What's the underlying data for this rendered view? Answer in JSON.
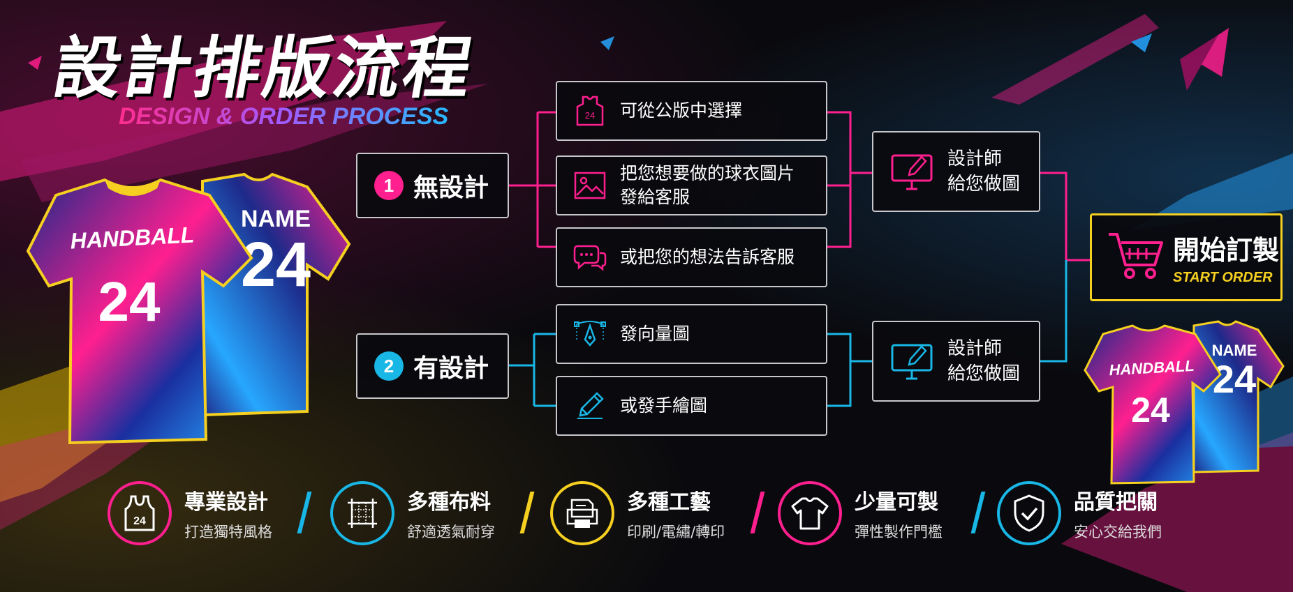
{
  "title": {
    "cn": "設計排版流程",
    "en": "DESIGN & ORDER PROCESS"
  },
  "categories": [
    {
      "num": "1",
      "label": "無設計",
      "color": "#ff1f8f"
    },
    {
      "num": "2",
      "label": "有設計",
      "color": "#19b7e6"
    }
  ],
  "options_no_design": [
    {
      "icon": "jersey-24-icon",
      "icon_text": "24",
      "text": "可從公版中選擇"
    },
    {
      "icon": "image-icon",
      "text": "把您想要做的球衣圖片\n發給客服"
    },
    {
      "icon": "chat-bubble-icon",
      "text": "或把您的想法告訴客服"
    }
  ],
  "options_with_design": [
    {
      "icon": "vector-pen-icon",
      "text": "發向量圖"
    },
    {
      "icon": "pencil-icon",
      "text": "或發手繪圖"
    }
  ],
  "designer_boxes": [
    {
      "icon": "monitor-pen-icon",
      "text": "設計師\n給您做圖",
      "color": "#ff1f8f"
    },
    {
      "icon": "monitor-pen-icon",
      "text": "設計師\n給您做圖",
      "color": "#19b7e6"
    }
  ],
  "start_order": {
    "cn": "開始訂製",
    "en": "START ORDER",
    "icon": "shopping-cart-icon"
  },
  "jerseys": {
    "big": {
      "chest": "HANDBALL",
      "number": "24",
      "name": "NAME"
    },
    "small": {
      "chest": "HANDBALL",
      "number": "24",
      "name": "NAME"
    }
  },
  "features": [
    {
      "icon": "tank-top-24-icon",
      "icon_text": "24",
      "title": "專業設計",
      "sub": "打造獨特風格",
      "color": "#ff1f8f"
    },
    {
      "icon": "fabric-icon",
      "title": "多種布料",
      "sub": "舒適透氣耐穿",
      "color": "#19b7e6"
    },
    {
      "icon": "printer-icon",
      "title": "多種工藝",
      "sub": "印刷/電繡/轉印",
      "color": "#f5d020"
    },
    {
      "icon": "tshirt-icon",
      "title": "少量可製",
      "sub": "彈性製作門檻",
      "color": "#ff1f8f"
    },
    {
      "icon": "shield-check-icon",
      "title": "品質把關",
      "sub": "安心交給我們",
      "color": "#19b7e6"
    }
  ],
  "colors": {
    "pink": "#ff1f8f",
    "cyan": "#19b7e6",
    "yellow": "#f5d020"
  }
}
